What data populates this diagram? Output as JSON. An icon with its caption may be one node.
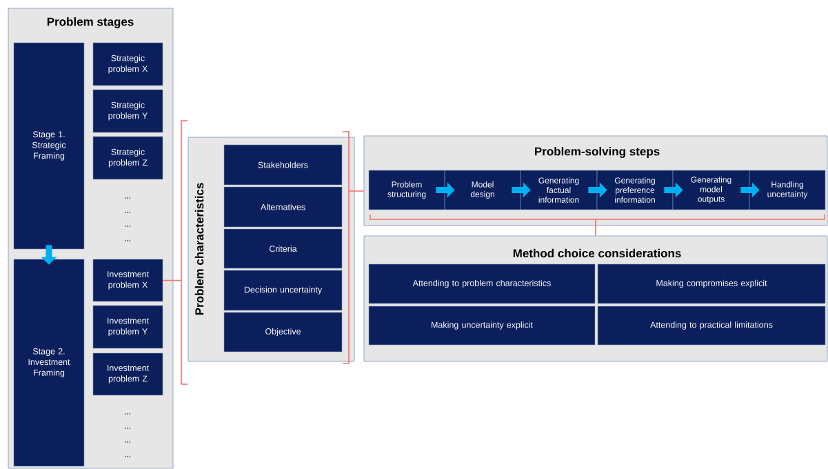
{
  "diagram": {
    "nodes": [
      {
        "text": [
          "Problem stages"
        ]
      },
      {
        "text": [
          "Stage 1. Strategic Framing"
        ],
        "in": 0
      },
      {
        "text": [
          "Strategic problem X"
        ],
        "in": 0
      },
      {
        "text": [
          "Strategic problem Y"
        ],
        "in": 0
      },
      {
        "text": [
          "Strategic problem Z"
        ],
        "in": 0
      },
      {
        "text": [
          "Stage 2. Investment Framing"
        ],
        "in": 0
      },
      {
        "text": [
          "Investment problem X"
        ],
        "in": 0
      },
      {
        "text": [
          "Investment problem Y"
        ],
        "in": 0
      },
      {
        "text": [
          "Investment problem Z"
        ],
        "in": 0
      },
      {
        "text": [
          "Problem characteristics"
        ]
      },
      {
        "text": [
          "Stakeholders"
        ],
        "in": 9
      },
      {
        "text": [
          "Alternatives"
        ],
        "in": 9
      },
      {
        "text": [
          "Criteria"
        ],
        "in": 9
      },
      {
        "text": [
          "Decision uncertainty"
        ],
        "in": 9
      },
      {
        "text": [
          "Objective"
        ],
        "in": 9
      },
      {
        "text": [
          "Problem-solving steps"
        ]
      },
      {
        "text": [
          "Problem structuring"
        ],
        "in": 15
      },
      {
        "text": [
          "Model design"
        ],
        "in": 15
      },
      {
        "text": [
          "Generating factual information"
        ],
        "in": 15
      },
      {
        "text": [
          "Generating preference information"
        ],
        "in": 15
      },
      {
        "text": [
          "Generating model outputs"
        ],
        "in": 15
      },
      {
        "text": [
          "Handling uncertainty"
        ],
        "in": 15
      },
      {
        "text": [
          "Method choice considerations"
        ]
      },
      {
        "text": [
          "Attending to problem characteristics"
        ],
        "in": 22
      },
      {
        "text": [
          "Making compromises explicit"
        ],
        "in": 22
      },
      {
        "text": [
          "Making uncertainty explicit"
        ],
        "in": 22
      },
      {
        "text": [
          "Attending to practical limitations"
        ],
        "in": 22
      }
    ],
    "edges": [
      {
        "from": 1,
        "to": 5,
        "arrow": "to",
        "color": "#00b0f0"
      },
      {
        "from": 16,
        "to": 17,
        "arrow": "to",
        "color": "#00b0f0"
      },
      {
        "from": 17,
        "to": 18,
        "arrow": "to",
        "color": "#00b0f0"
      },
      {
        "from": 18,
        "to": 19,
        "arrow": "to",
        "color": "#00b0f0"
      },
      {
        "from": 19,
        "to": 20,
        "arrow": "to",
        "color": "#00b0f0"
      },
      {
        "from": 20,
        "to": 21,
        "arrow": "to",
        "color": "#00b0f0"
      },
      {
        "from": 6,
        "to": 9,
        "arrow": "none",
        "color": "#f26c6c"
      },
      {
        "from": 9,
        "to": 15,
        "arrow": "none",
        "color": "#f26c6c"
      },
      {
        "from": 15,
        "to": 22,
        "arrow": "none",
        "color": "#f26c6c"
      }
    ],
    "labels": [
      "...",
      "...",
      "...",
      "...",
      "...",
      "...",
      "...",
      "..."
    ]
  }
}
